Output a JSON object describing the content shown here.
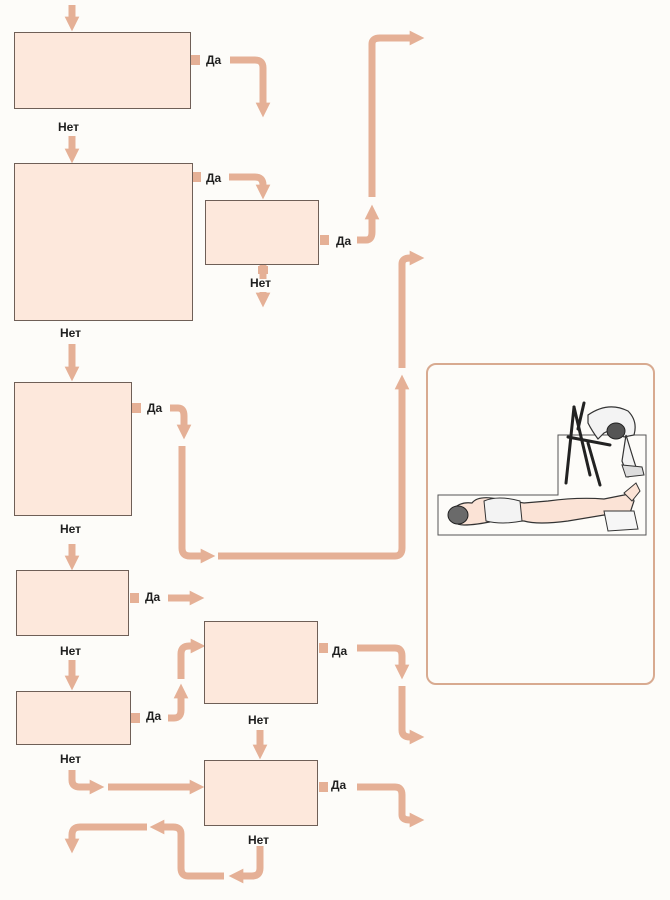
{
  "labels": {
    "yes": "Да",
    "no": "Нет"
  },
  "colors": {
    "arrow": "#e5b096",
    "box_fill": "#fde8dc",
    "box_border": "#6f5f57",
    "panel_border": "#d8aa90"
  },
  "illustration": {
    "description_icon": "recovery-positions-illustration"
  }
}
